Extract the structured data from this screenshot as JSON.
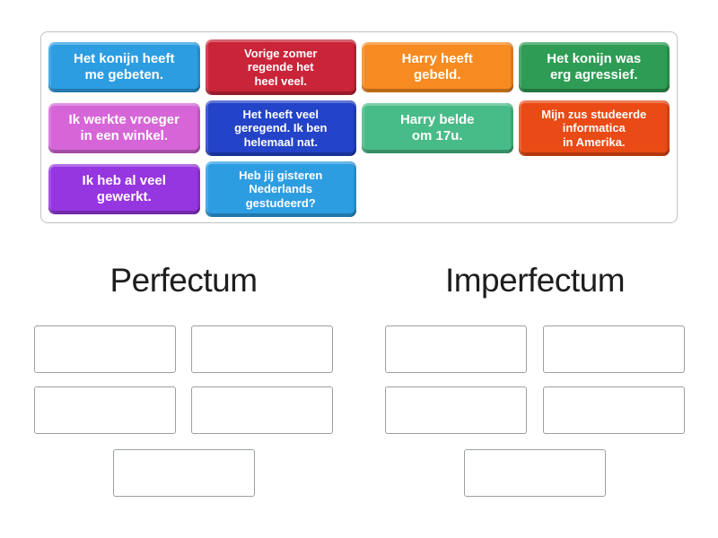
{
  "categories": [
    {
      "label": "Perfectum",
      "slot_count": 5
    },
    {
      "label": "Imperfectum",
      "slot_count": 5
    }
  ],
  "tiles": [
    {
      "text": "Het konijn heeft me gebeten.",
      "lines": [
        "Het konijn heeft",
        "me gebeten."
      ],
      "color": "#2d9de2",
      "size": "short"
    },
    {
      "text": "Vorige zomer regende het heel veel.",
      "lines": [
        "Vorige zomer",
        "regende het",
        "heel veel."
      ],
      "color": "#ca2439",
      "size": "tall"
    },
    {
      "text": "Harry heeft gebeld.",
      "lines": [
        "Harry heeft",
        "gebeld."
      ],
      "color": "#f68b21",
      "size": "short"
    },
    {
      "text": "Het konijn was erg agressief.",
      "lines": [
        "Het konijn was",
        "erg agressief."
      ],
      "color": "#2e9c55",
      "size": "short"
    },
    {
      "text": "Ik werkte vroeger in een winkel.",
      "lines": [
        "Ik werkte vroeger",
        "in een winkel."
      ],
      "color": "#d665d8",
      "size": "short"
    },
    {
      "text": "Het heeft veel geregend. Ik ben helemaal nat.",
      "lines": [
        "Het heeft veel",
        "geregend. Ik ben",
        "helemaal nat."
      ],
      "color": "#2343c8",
      "size": "tall"
    },
    {
      "text": "Harry belde om 17u.",
      "lines": [
        "Harry belde",
        "om 17u."
      ],
      "color": "#48bc88",
      "size": "short"
    },
    {
      "text": "Mijn zus studeerde informatica in Amerika.",
      "lines": [
        "Mijn zus studeerde",
        "informatica",
        "in Amerika."
      ],
      "color": "#ea4a15",
      "size": "tall"
    },
    {
      "text": "Ik heb al veel gewerkt.",
      "lines": [
        "Ik heb al veel",
        "gewerkt."
      ],
      "color": "#9636e0",
      "size": "short"
    },
    {
      "text": "Heb jij gisteren Nederlands gestudeerd?",
      "lines": [
        "Heb jij gisteren",
        "Nederlands",
        "gestudeerd?"
      ],
      "color": "#2d9de2",
      "size": "tall"
    }
  ]
}
